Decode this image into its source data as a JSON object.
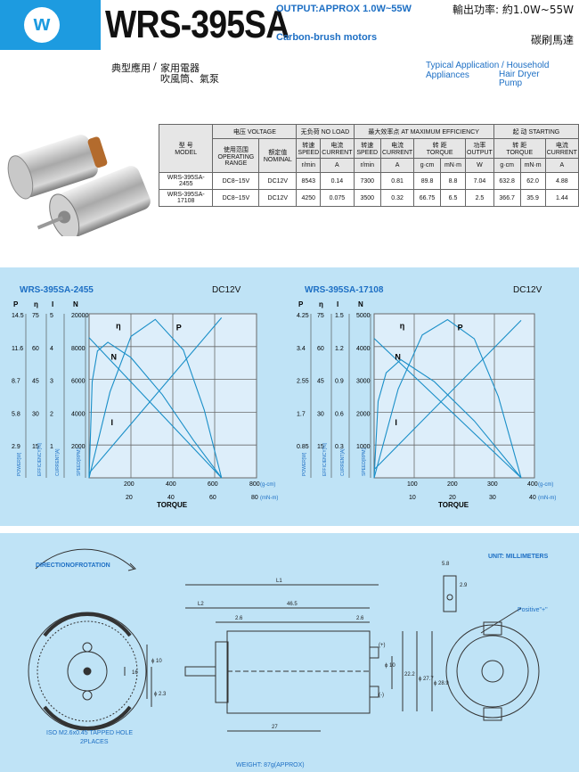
{
  "header": {
    "logo_letter": "w",
    "model": "WRS-395SA",
    "output_en": "OUTPUT:APPROX 1.0W~55W",
    "subtitle_en": "Carbon-brush motors",
    "output_cn": "輸出功率: 約1.0W~55W",
    "subtitle_cn": "碳刷馬達"
  },
  "application": {
    "label_cn": "典型應用",
    "sep": "/",
    "items_cn": [
      "家用電器",
      "吹風筒、氣泵"
    ],
    "label_en": "Typical Application / Household Appliances",
    "items_en": [
      "Hair Dryer",
      "Pump"
    ]
  },
  "spec_table": {
    "model_cn": "型 号",
    "model_en": "MODEL",
    "voltage_group": "电压 VOLTAGE",
    "op_range_cn": "使用范围",
    "op_range_en": "OPERATING RANGE",
    "nominal_cn": "额定值",
    "nominal_en": "NOMINAL",
    "no_load": "无负荷 NO LOAD",
    "max_eff": "最大效率点 AT MAXIMUM EFFICIENCY",
    "starting": "起 动 STARTING",
    "speed_cn": "转速",
    "speed_en": "SPEED",
    "current_cn": "电流",
    "current_en": "CURRENT",
    "torque_cn": "转 距",
    "torque_en": "TORQUE",
    "output_cn": "功率",
    "output_en": "OUTPUT",
    "units": [
      "r/min",
      "A",
      "r/min",
      "A",
      "g·cm",
      "mN·m",
      "W",
      "g·cm",
      "mN·m",
      "A"
    ],
    "rows": [
      [
        "WRS-395SA-2455",
        "DC8~15V",
        "DC12V",
        "8543",
        "0.14",
        "7300",
        "0.81",
        "89.8",
        "8.8",
        "7.04",
        "632.8",
        "62.0",
        "4.88"
      ],
      [
        "WRS-395SA-17108",
        "DC8~15V",
        "DC12V",
        "4250",
        "0.075",
        "3500",
        "0.32",
        "66.75",
        "6.5",
        "2.5",
        "366.7",
        "35.9",
        "1.44"
      ]
    ]
  },
  "chart_data": [
    {
      "type": "line",
      "title": "WRS-395SA-2455",
      "voltage": "DC12V",
      "xlabel": "TORQUE",
      "x_ticks_gcm": [
        "200",
        "400",
        "600",
        "800"
      ],
      "x_ticks_mnm": [
        "20",
        "40",
        "60",
        "80"
      ],
      "x_unit_gcm": "(g-cm)",
      "x_unit_mnm": "(mN-m)",
      "axis_heads": [
        "P",
        "η",
        "I",
        "N"
      ],
      "axis_titles": [
        "POWER[W]",
        "EFFICIENCY[%]",
        "CURRENT[A]",
        "SPEED[RPM]"
      ],
      "p_ticks": [
        "14.5",
        "11.6",
        "8.7",
        "5.8",
        "2.9"
      ],
      "eff_ticks": [
        "75",
        "60",
        "45",
        "30",
        "15"
      ],
      "i_ticks": [
        "5",
        "4",
        "3",
        "2",
        "1"
      ],
      "n_ticks": [
        "20000",
        "8000",
        "6000",
        "4000",
        "2000"
      ],
      "xlim": [
        0,
        800
      ],
      "n_ylim": [
        0,
        10000
      ],
      "series_labels": [
        "η",
        "N",
        "P",
        "I"
      ],
      "series": [
        {
          "name": "N",
          "x": [
            0,
            632.8
          ],
          "y": [
            8543,
            0
          ]
        },
        {
          "name": "I",
          "x": [
            0,
            632.8
          ],
          "y": [
            0.14,
            4.88
          ]
        },
        {
          "name": "P",
          "x": [
            0,
            100,
            200,
            316,
            450,
            550,
            632.8
          ],
          "y": [
            0,
            7.6,
            12.5,
            14.0,
            11.3,
            6.0,
            0
          ]
        },
        {
          "name": "η",
          "x": [
            0,
            15,
            40,
            89.8,
            200,
            350,
            500,
            632.8
          ],
          "y": [
            0,
            44,
            58,
            62,
            55,
            38,
            17,
            0
          ]
        }
      ]
    },
    {
      "type": "line",
      "title": "WRS-395SA-17108",
      "voltage": "DC12V",
      "xlabel": "TORQUE",
      "x_ticks_gcm": [
        "100",
        "200",
        "300",
        "400"
      ],
      "x_ticks_mnm": [
        "10",
        "20",
        "30",
        "40"
      ],
      "x_unit_gcm": "(g-cm)",
      "x_unit_mnm": "(mN-m)",
      "axis_heads": [
        "P",
        "η",
        "I",
        "N"
      ],
      "axis_titles": [
        "POWER[W]",
        "EFFICIENCY[%]",
        "CURRENT[A]",
        "SPEED[RPM]"
      ],
      "p_ticks": [
        "4.25",
        "3.4",
        "2.55",
        "1.7",
        "0.85"
      ],
      "eff_ticks": [
        "75",
        "60",
        "45",
        "30",
        "15"
      ],
      "i_ticks": [
        "1.5",
        "1.2",
        "0.9",
        "0.6",
        "0.3"
      ],
      "n_ticks": [
        "5000",
        "4000",
        "3000",
        "2000",
        "1000"
      ],
      "xlim": [
        0,
        400
      ],
      "n_ylim": [
        0,
        5000
      ],
      "series_labels": [
        "η",
        "N",
        "P",
        "I"
      ],
      "series": [
        {
          "name": "N",
          "x": [
            0,
            366.7
          ],
          "y": [
            4250,
            0
          ]
        },
        {
          "name": "I",
          "x": [
            0,
            366.7
          ],
          "y": [
            0.075,
            1.44
          ]
        },
        {
          "name": "P",
          "x": [
            0,
            60,
            120,
            183,
            250,
            310,
            366.7
          ],
          "y": [
            0,
            2.3,
            3.7,
            4.1,
            3.6,
            2.1,
            0
          ]
        },
        {
          "name": "η",
          "x": [
            0,
            10,
            30,
            66.75,
            150,
            250,
            366.7
          ],
          "y": [
            0,
            35,
            48,
            54,
            44,
            26,
            0
          ]
        }
      ]
    }
  ],
  "drawing": {
    "direction_label": "DIRECTIONOFROTATION",
    "unit_label": "UNIT: MILLIMETERS",
    "positive_label": "Positive\"+\"",
    "hole_note_1": "ISO M2.6x0.45 TAPPED HOLE",
    "hole_note_2": "2PLACES",
    "weight": "WEIGHT: 87g(APPROX)",
    "dims": {
      "l1": "L1",
      "l2": "L2",
      "d465": "46.5",
      "d26a": "2.6",
      "d26b": "2.6",
      "d27": "27",
      "d58": "5.8",
      "d29": "2.9",
      "d16": "16",
      "d23": "ϕ 2.3",
      "d10a": "ϕ 10",
      "d10b": "ϕ 10",
      "d222": "22.2",
      "d277": "ϕ 27.7",
      "d289": "ϕ 28.9",
      "plus": "(+)",
      "minus": "(-)"
    }
  },
  "colors": {
    "brand_blue": "#1d9be0",
    "band": "#bfe3f6",
    "plot_bg": "#ddeefa",
    "curve": "#1a8fc8",
    "grid": "#6a6a6a",
    "text_blue": "#1d6fc4"
  }
}
